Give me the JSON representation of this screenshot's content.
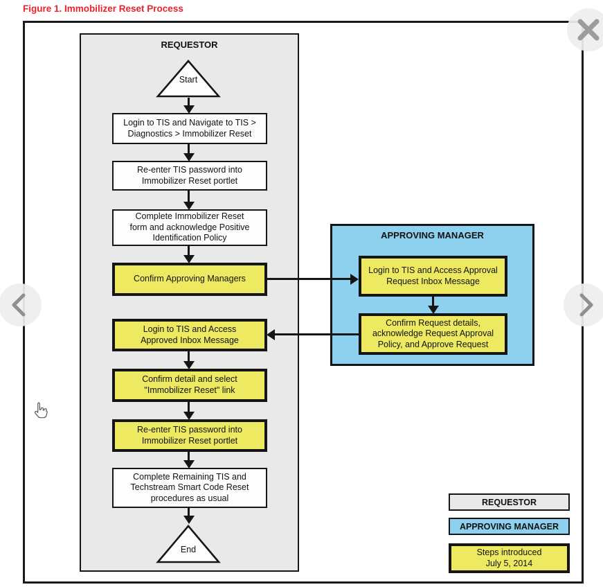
{
  "figure_title": "Figure 1. Immobilizer Reset Process",
  "colors": {
    "title_red": "#e8232a",
    "lane_gray": "#e9e9e9",
    "panel_blue": "#8ed1ee",
    "step_yellow": "#ede961",
    "line_black": "#151515"
  },
  "viewer": {
    "close_icon": "close-x",
    "prev_icon": "chevron-left",
    "next_icon": "chevron-right",
    "cursor_icon": "hand-pointer"
  },
  "flow": {
    "requestor": {
      "title": "REQUESTOR",
      "start_label": "Start",
      "end_label": "End",
      "steps": [
        {
          "label": "Login to TIS and Navigate to TIS > Diagnostics > Immobilizer Reset",
          "type": "original"
        },
        {
          "label": "Re-enter TIS password into Immobilizer Reset portlet",
          "type": "original"
        },
        {
          "label": "Complete Immobilizer Reset form and acknowledge Positive Identification Policy",
          "type": "original"
        },
        {
          "label": "Confirm Approving Managers",
          "type": "new"
        },
        {
          "label": "Login to TIS and Access Approved Inbox Message",
          "type": "new"
        },
        {
          "label": "Confirm detail and select \"Immobilizer Reset\" link",
          "type": "new"
        },
        {
          "label": "Re-enter TIS password into Immobilizer Reset portlet",
          "type": "new"
        },
        {
          "label": "Complete Remaining TIS and Techstream Smart Code Reset procedures as usual",
          "type": "original"
        }
      ]
    },
    "approving_manager": {
      "title": "APPROVING MANAGER",
      "steps": [
        {
          "label": "Login to TIS and Access Approval Request Inbox Message",
          "type": "new"
        },
        {
          "label": "Confirm Request details, acknowledge Request Approval Policy, and Approve Request",
          "type": "new"
        }
      ]
    }
  },
  "legend": {
    "requestor": {
      "label": "REQUESTOR"
    },
    "approving_manager": {
      "label": "APPROVING MANAGER"
    },
    "new_steps": {
      "label_line1": "Steps introduced",
      "label_line2": "July 5, 2014"
    }
  }
}
